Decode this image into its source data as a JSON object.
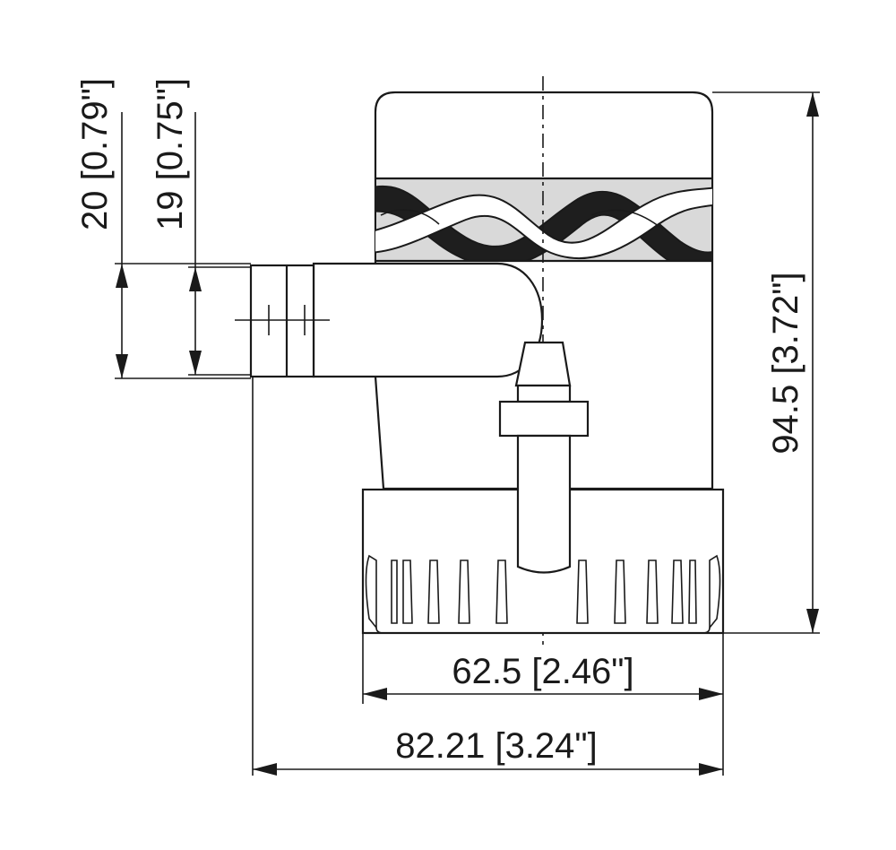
{
  "dimensions": {
    "outlet_outer": "20 [0.79\"]",
    "outlet_inner": "19 [0.75\"]",
    "height": "94.5 [3.72\"]",
    "base_width": "62.5 [2.46\"]",
    "overall_width": "82.21 [3.24\"]"
  }
}
